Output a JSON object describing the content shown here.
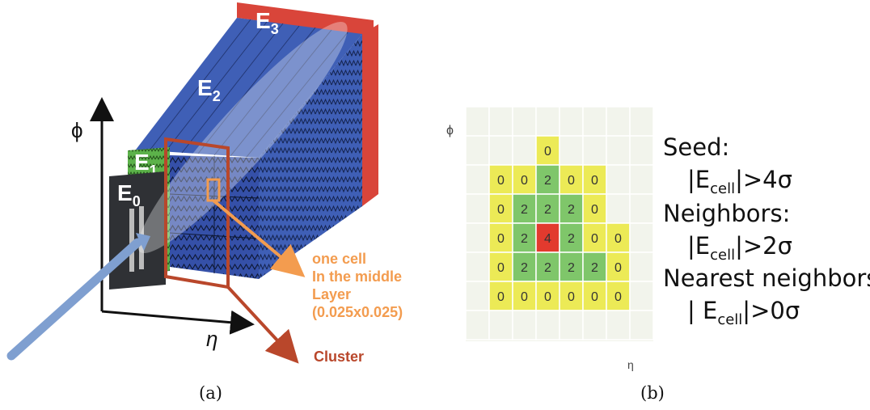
{
  "panel_a": {
    "axis_phi": "ϕ",
    "axis_eta": "η",
    "layers": [
      {
        "label": "E",
        "sub": "0",
        "color": "#2f3135"
      },
      {
        "label": "E",
        "sub": "1",
        "color": "#5cb24a"
      },
      {
        "label": "E",
        "sub": "2",
        "color": "#3f5fb6"
      },
      {
        "label": "E",
        "sub": "3",
        "color": "#d9453a"
      }
    ],
    "cell_note": [
      "one cell",
      "In the middle",
      "Layer",
      "(0.025x0.025)"
    ],
    "cluster_label": "Cluster",
    "cell_note_color": "#f39c4f",
    "cluster_color": "#b9472b",
    "caption": "(a)"
  },
  "panel_b": {
    "axis_phi": "ϕ",
    "axis_eta": "η",
    "grid_rows": [
      [
        null,
        null,
        null,
        null,
        null,
        null,
        null,
        null
      ],
      [
        null,
        null,
        null,
        "0",
        null,
        null,
        null,
        null
      ],
      [
        null,
        "0",
        "0",
        "2",
        "0",
        "0",
        null,
        null
      ],
      [
        null,
        "0",
        "2",
        "2",
        "2",
        "0",
        null,
        null
      ],
      [
        null,
        "0",
        "2",
        "4",
        "2",
        "0",
        "0",
        null
      ],
      [
        null,
        "0",
        "2",
        "2",
        "2",
        "2",
        "0",
        null
      ],
      [
        null,
        "0",
        "0",
        "0",
        "0",
        "0",
        "0",
        null
      ],
      [
        null,
        null,
        null,
        null,
        null,
        null,
        null,
        null
      ]
    ],
    "cell_colors": {
      "0": "#ecea56",
      "2": "#7fc66a",
      "4": "#e23a2e",
      "empty": "#f2f4ec"
    },
    "criteria": [
      {
        "text": "Seed:",
        "indent": false
      },
      {
        "pre": "|E",
        "sub": "cell",
        "post": "|>4σ",
        "indent": true
      },
      {
        "text": "Neighbors:",
        "indent": false
      },
      {
        "pre": "|E",
        "sub": "cell",
        "post": "|>2σ",
        "indent": true
      },
      {
        "text": "Nearest neighbors:",
        "indent": false
      },
      {
        "pre": "| E",
        "sub": "cell",
        "post": "|>0σ",
        "indent": true
      }
    ],
    "caption": "(b)"
  }
}
